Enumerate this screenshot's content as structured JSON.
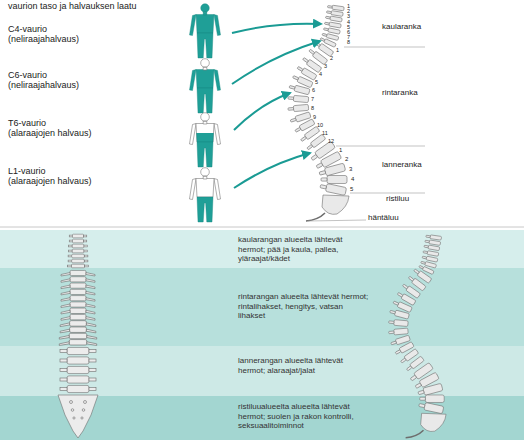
{
  "diagram": {
    "title": "vaurion taso ja halvauksen laatu",
    "nodes": [
      {
        "text": [
          "kaularangan alueelta lähtevät hermot; pää ja kaula, pallea, yläraajat/kädet"
        ]
      },
      {
        "text": [
          "rintarangan alueelta lähtevät hermot; rintalihakset, hengitys, vatsan lihakset"
        ]
      },
      {
        "text": [
          "lannerangan alueelta lähtevät hermot; alaraajat/jalat"
        ]
      },
      {
        "text": [
          "ristiluualueelta alueelta lähtevät hermot; suolen ja rakon kontrolli, seksuaalitoiminnot"
        ]
      }
    ],
    "labels": [
      "C4-vaurio (neliraajahalvaus)",
      "C6-vaurio (neliraajahalvaus)",
      "T6-vaurio (alaraajojen halvaus)",
      "L1-vaurio (alaraajojen halvaus)",
      "1",
      "2",
      "3",
      "4",
      "5",
      "6",
      "7",
      "8",
      "kaularanka",
      "1",
      "2",
      "3",
      "4",
      "5",
      "6",
      "7",
      "8",
      "9",
      "10",
      "11",
      "12",
      "rintaranka",
      "1",
      "2",
      "3",
      "4",
      "5",
      "lanneranka",
      "ristiluu",
      "häntäluu"
    ]
  }
}
